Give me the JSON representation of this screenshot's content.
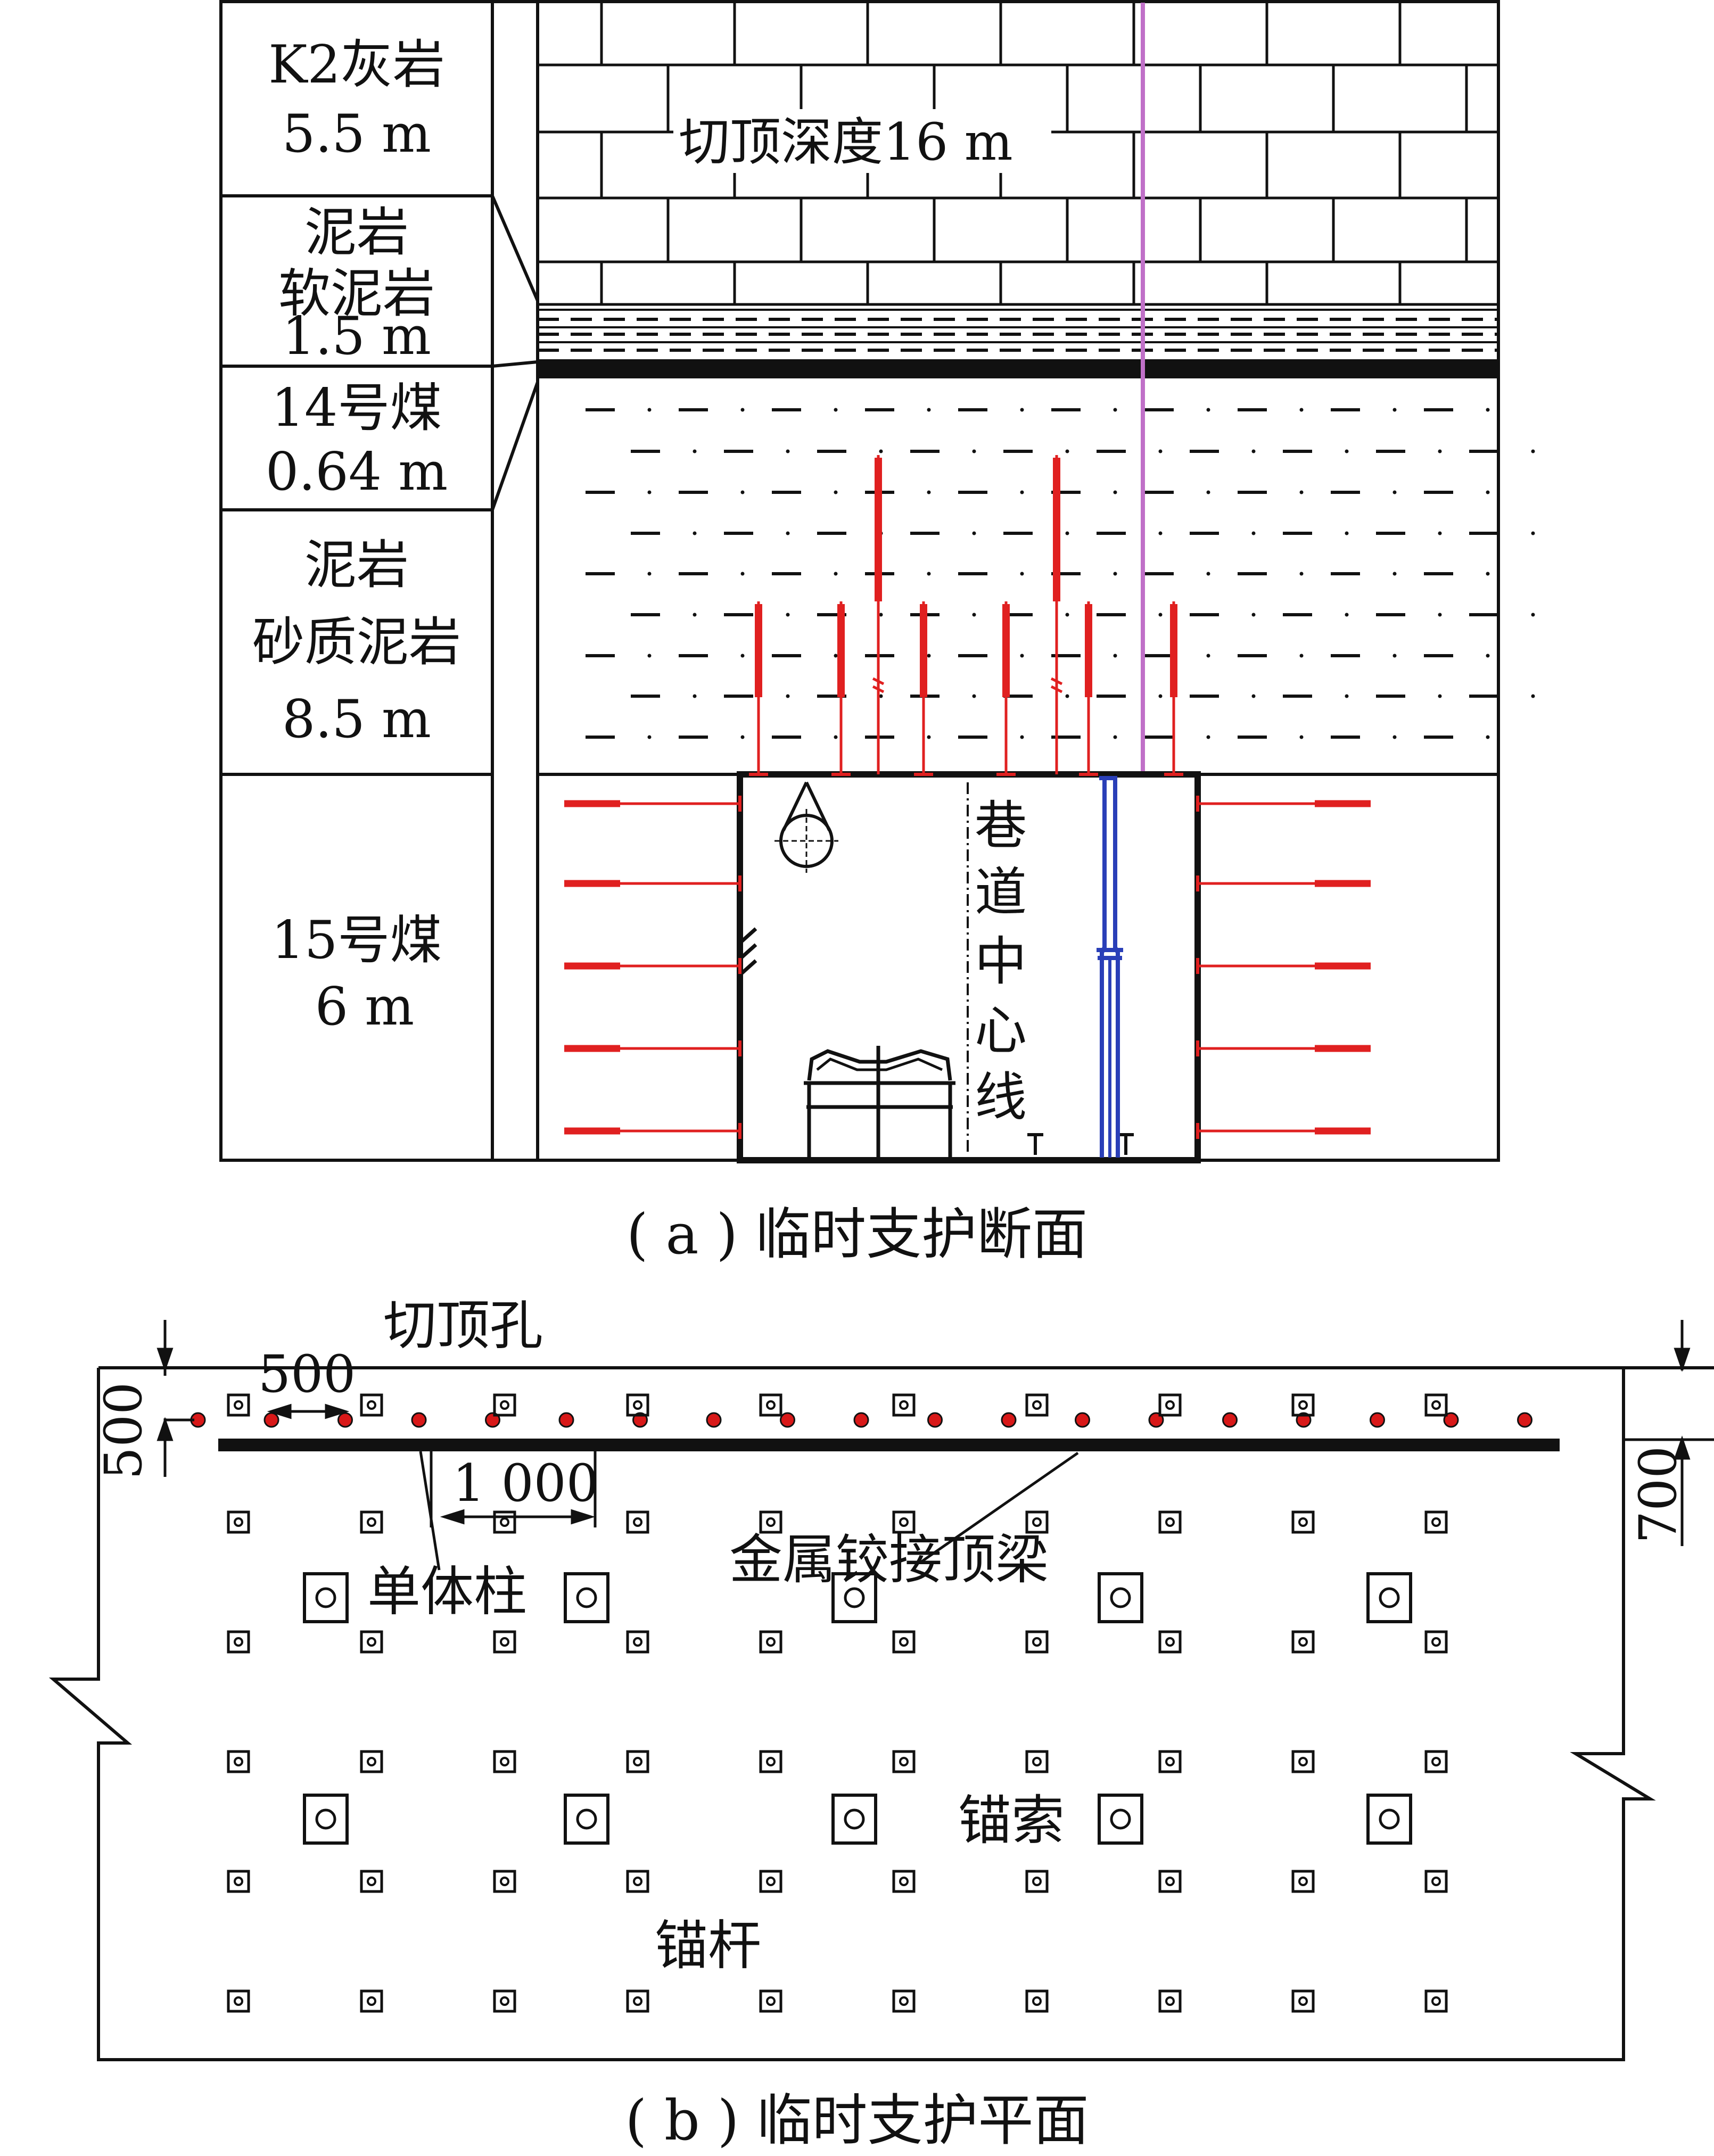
{
  "strata": [
    {
      "name": "K2灰岩",
      "thickness": "5.5 m"
    },
    {
      "name": "泥岩",
      "name2": "软泥岩",
      "thickness": "1.5 m"
    },
    {
      "name": "14号煤",
      "thickness": "0.64 m"
    },
    {
      "name": "泥岩",
      "name2": "砂质泥岩",
      "thickness": "8.5 m"
    },
    {
      "name": "15号煤",
      "thickness": "6 m"
    }
  ],
  "section": {
    "cut_depth_label": "切顶深度16 m",
    "centerline_chars": [
      "巷",
      "道",
      "中",
      "心",
      "线"
    ],
    "caption": "( a ) 临时支护断面"
  },
  "plan": {
    "cut_hole_label": "切顶孔",
    "dim_hole_spacing": "500",
    "dim_edge_offset": "500",
    "dim_bolt_spacing": "1 000",
    "dim_beam_offset": "700",
    "prop_label": "单体柱",
    "beam_label": "金属铰接顶梁",
    "cable_label": "锚索",
    "bolt_label": "锚杆",
    "caption": "( b ) 临时支护平面"
  },
  "colors": {
    "bolt_red": "#e02020",
    "hole_red": "#d81818",
    "prop_blue": "#2a3fb8",
    "cut_line_purple": "#c070c8",
    "line_black": "#111111"
  }
}
